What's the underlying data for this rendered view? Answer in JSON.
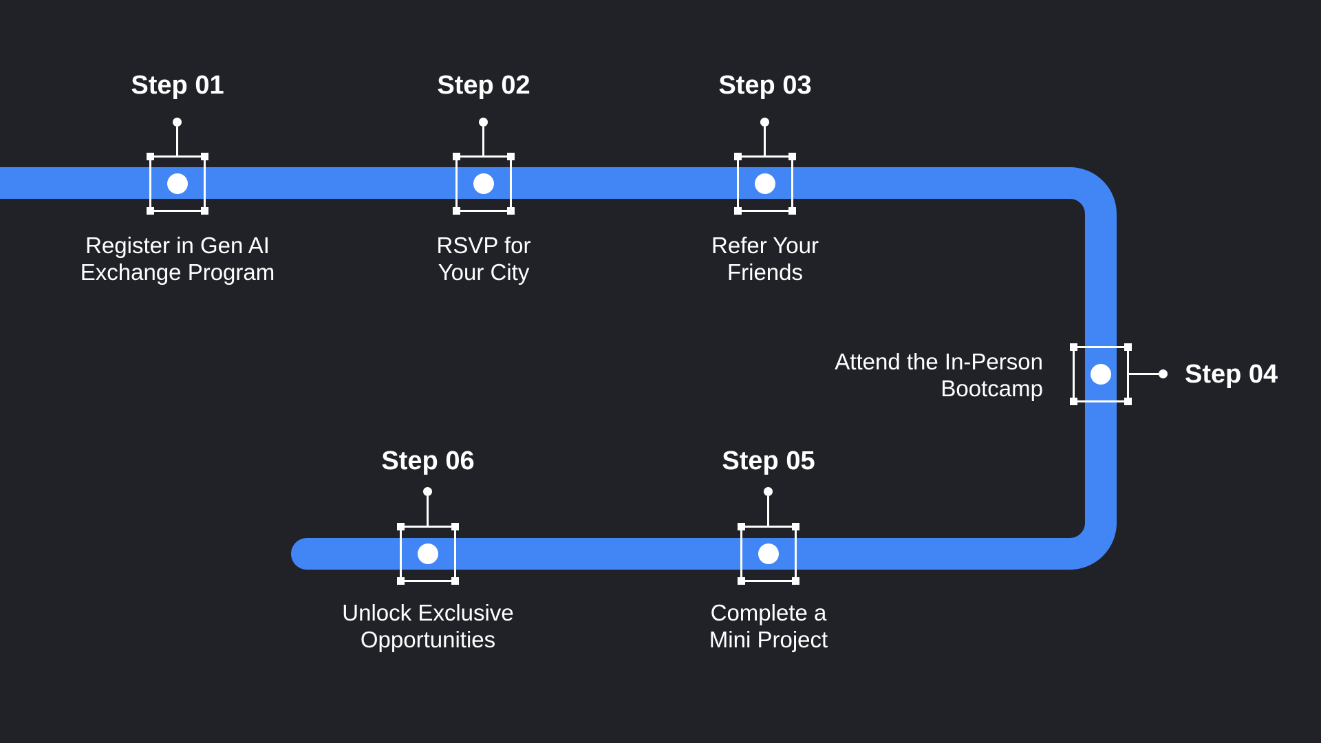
{
  "colors": {
    "background": "#202227",
    "accent": "#4285f4",
    "text": "#ffffff"
  },
  "steps": [
    {
      "header": "Step 01",
      "label": "Register in Gen AI\nExchange Program"
    },
    {
      "header": "Step 02",
      "label": "RSVP for\nYour City"
    },
    {
      "header": "Step 03",
      "label": "Refer Your\nFriends"
    },
    {
      "header": "Step 04",
      "label": "Attend the In-Person\nBootcamp"
    },
    {
      "header": "Step 05",
      "label": "Complete a\nMini Project"
    },
    {
      "header": "Step 06",
      "label": "Unlock Exclusive\nOpportunities"
    }
  ]
}
